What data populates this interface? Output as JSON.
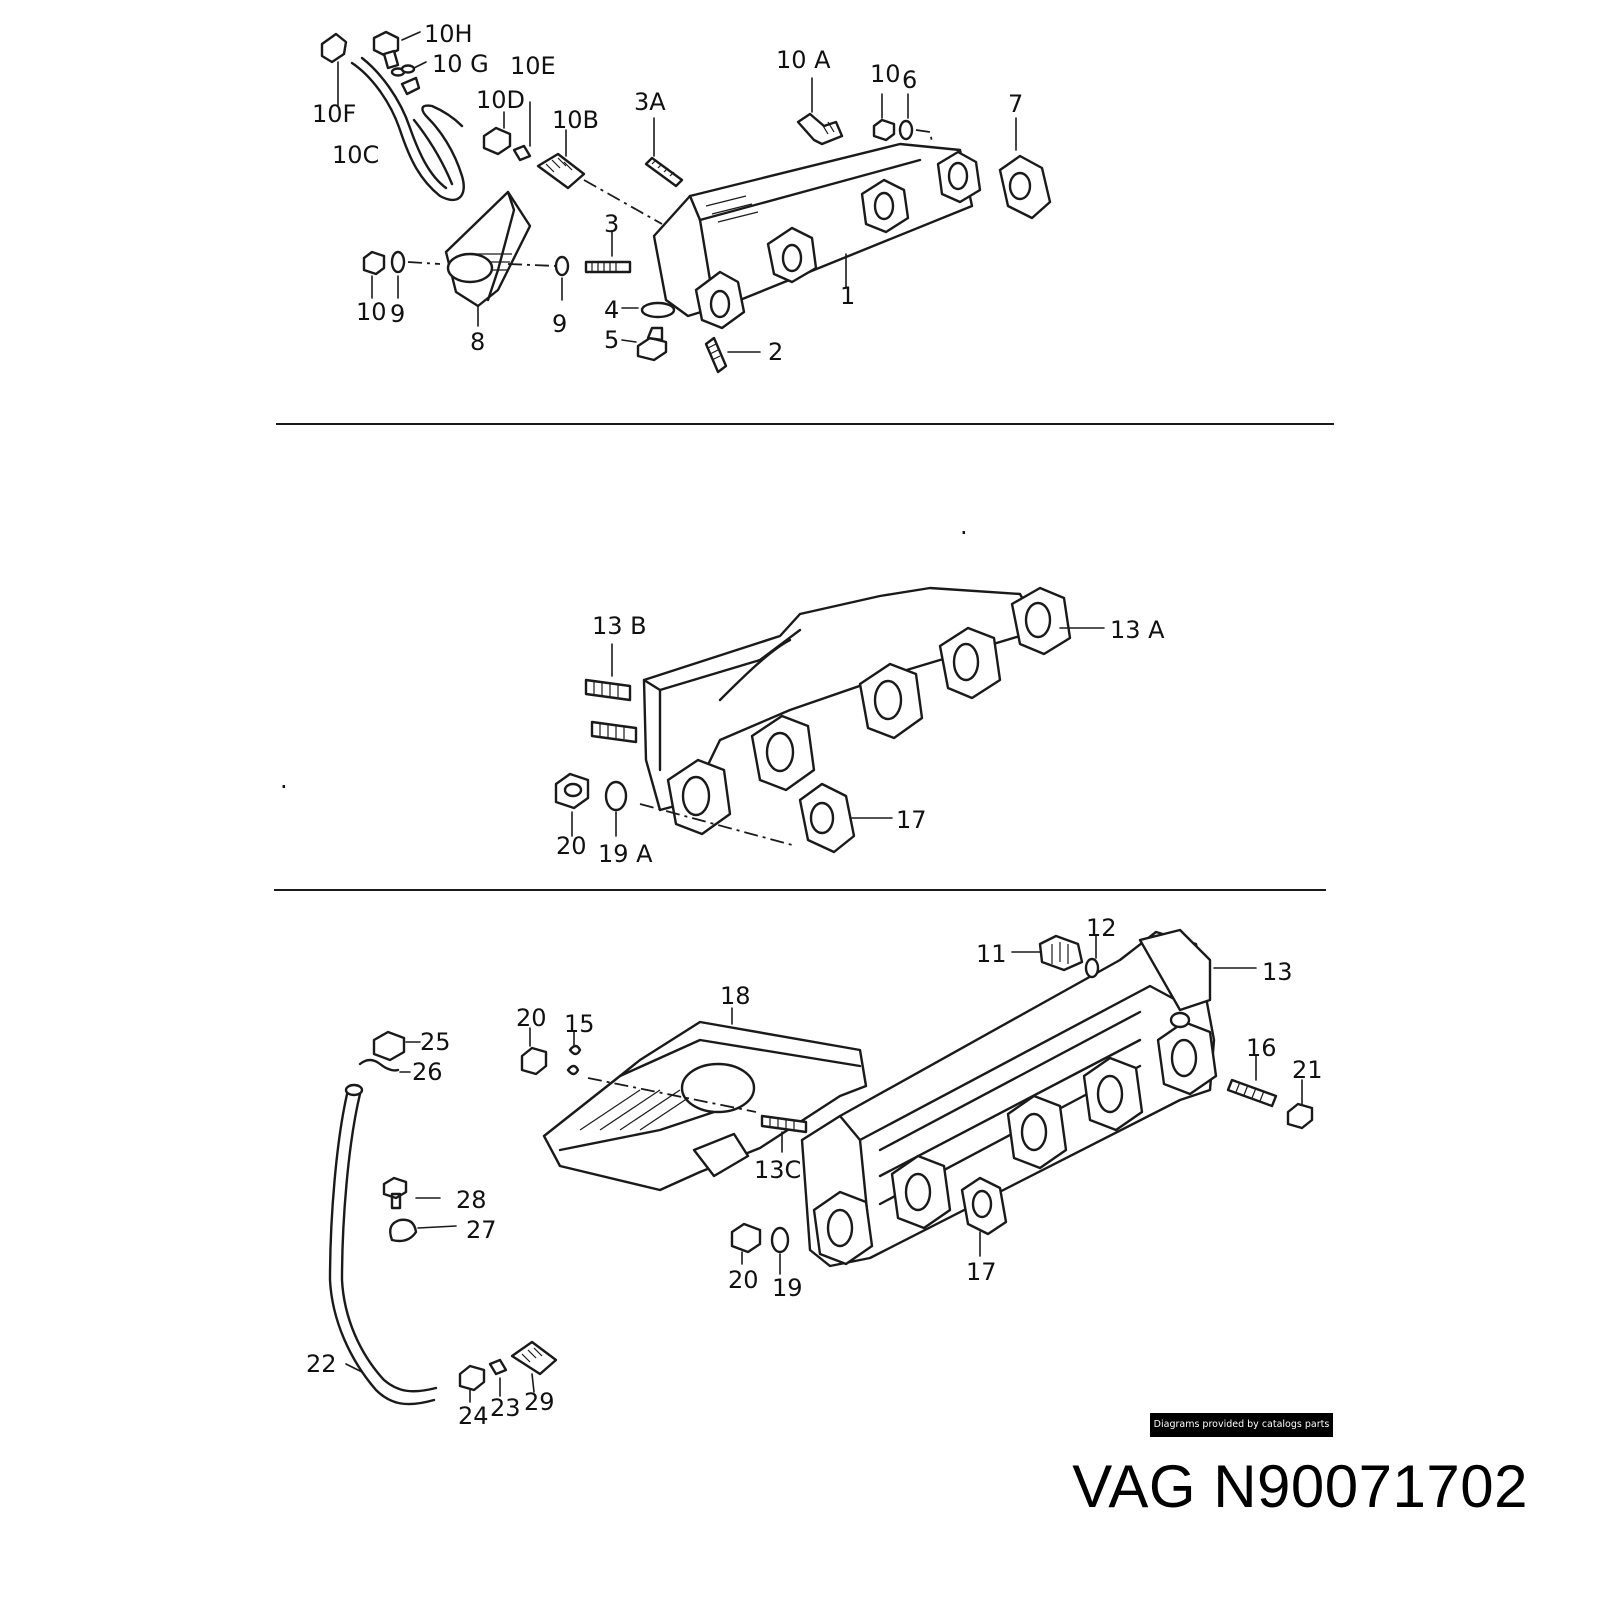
{
  "callouts": {
    "10H": "10H",
    "10G": "10 G",
    "10E": "10E",
    "10F": "10F",
    "10D": "10D",
    "10C": "10C",
    "10B": "10B",
    "3A": "3A",
    "10A": "10 A",
    "10_top": "10",
    "6": "6",
    "7": "7",
    "3": "3",
    "1": "1",
    "4": "4",
    "5": "5",
    "2": "2",
    "10_left": "10",
    "9_left": "9",
    "8": "8",
    "9_mid": "9",
    "13B": "13 B",
    "13A": "13 A",
    "20_mid": "20",
    "19A": "19 A",
    "17_mid": "17",
    "11": "11",
    "12": "12",
    "13": "13",
    "18": "18",
    "20_low": "20",
    "15": "15",
    "16": "16",
    "21": "21",
    "13C": "13C",
    "25": "25",
    "26": "26",
    "28": "28",
    "27": "27",
    "20_bottom": "20",
    "19": "19",
    "17_low": "17",
    "22": "22",
    "24": "24",
    "23": "23",
    "29": "29"
  },
  "watermark": "Diagrams provided by catalogs parts",
  "part_number": "VAG N90071702"
}
